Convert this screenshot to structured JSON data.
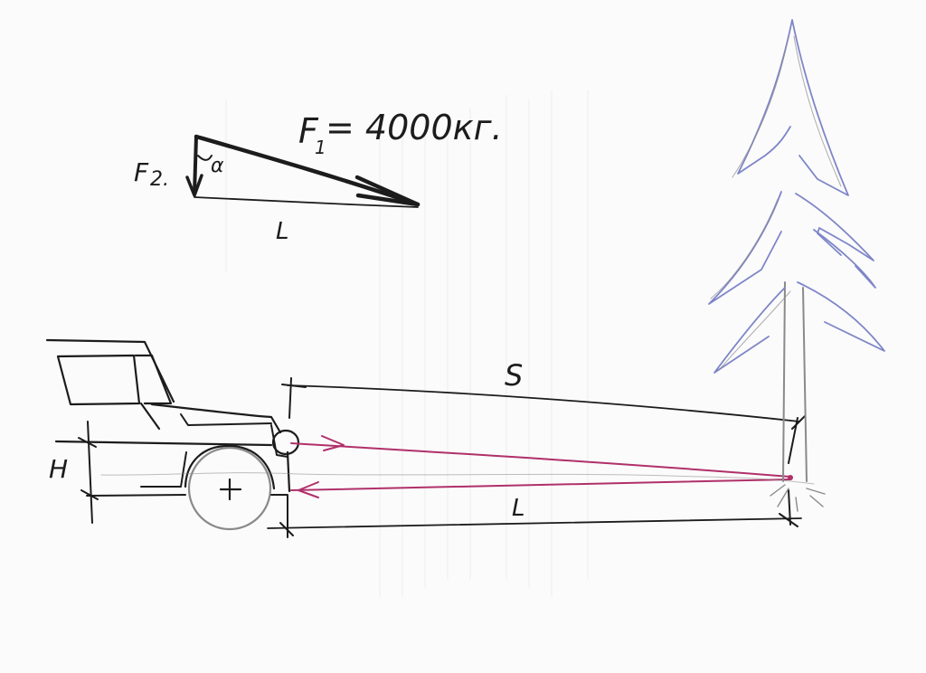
{
  "labels": {
    "force_main": "F",
    "force_main_sub": "1",
    "force_value": "= 4000кг.",
    "force_vertical": "F",
    "force_vertical_suffix": "2.",
    "angle": "α",
    "vector_length": "L",
    "distance_diag": "S",
    "distance_ground": "L",
    "height": "H"
  },
  "colors": {
    "ink": "#1c1c1c",
    "pencil": "#8a8a8a",
    "tree": "#7e86c8",
    "laser": "#b0306a",
    "paper": "#fbfbfb"
  }
}
